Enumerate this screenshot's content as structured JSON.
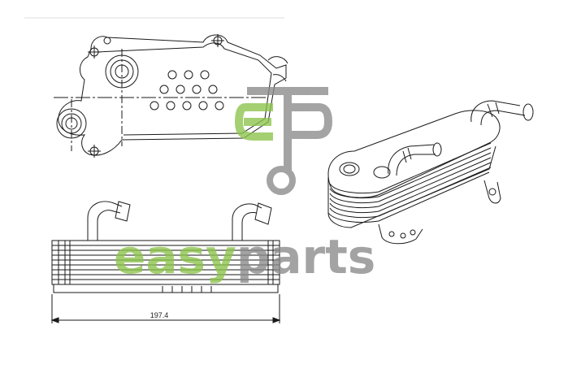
{
  "drawing": {
    "dimension_label": "197.4",
    "watermark": {
      "logo_letters": "ep",
      "word": "easyparts",
      "colors": {
        "green": "#8bc34a",
        "gray": "#8a8a8a"
      }
    },
    "line_color": "#1a1a1a"
  }
}
